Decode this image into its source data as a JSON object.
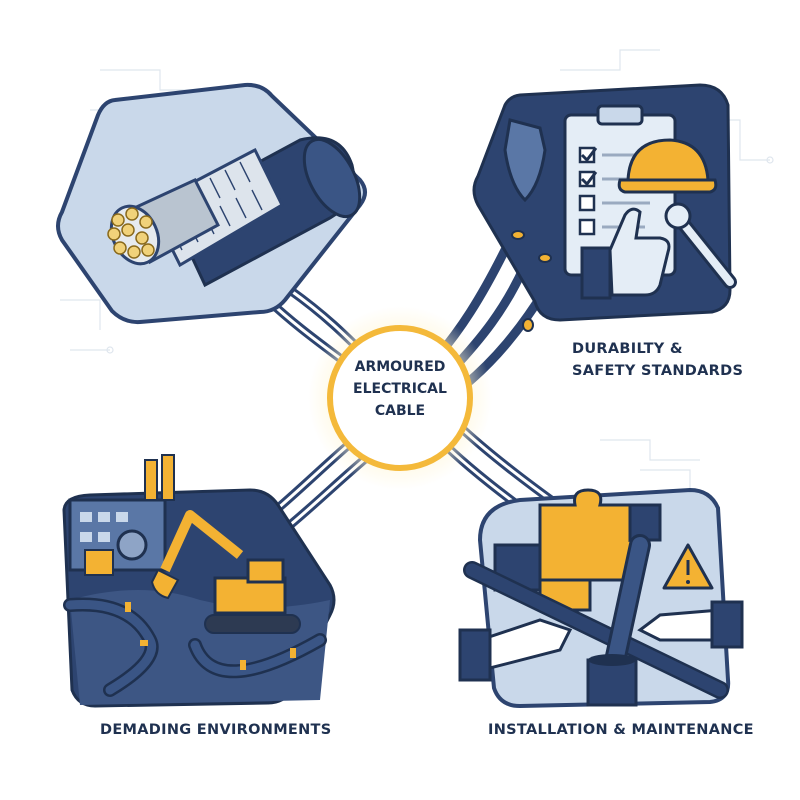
{
  "hub": {
    "lines": [
      "ARMOURED",
      "ELECTRICAL",
      "CABLE"
    ]
  },
  "nodes": {
    "durability": {
      "line1": "DURABILTY &",
      "line2": "SAFETY STANDARDS"
    },
    "demanding": {
      "label": "DEMADING ENVIRONMENTS"
    },
    "installation": {
      "label": "INSTALLATION & MAINTENANCE"
    }
  },
  "icons": {
    "cable": "armoured-cable-cross-section-icon",
    "shield": "shield-icon",
    "clipboard": "checklist-clipboard-icon",
    "hardhat": "hard-hat-icon",
    "thumb": "thumbs-up-icon",
    "wrench": "wrench-icon",
    "factory": "factory-icon",
    "excavator": "excavator-icon",
    "puzzle": "puzzle-icon",
    "warning": "warning-icon",
    "hands": "hands-icon"
  },
  "colors": {
    "navy": "#2d4470",
    "dark_navy": "#1f3150",
    "light_blue": "#c9d8ea",
    "pale_blue": "#e4edf6",
    "yellow": "#f3b233",
    "hub_ring": "#f4b93a"
  }
}
